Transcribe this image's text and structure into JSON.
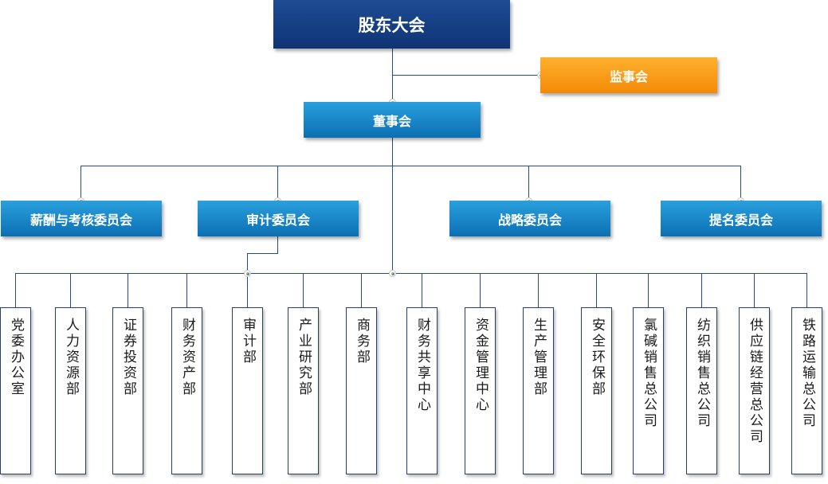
{
  "top": {
    "shareholders": "股东大会",
    "supervisors": "监事会",
    "board": "董事会"
  },
  "committees": [
    "薪酬与考核委员会",
    "审计委员会",
    "战略委员会",
    "提名委员会"
  ],
  "departments": [
    "党委办公室",
    "人力资源部",
    "证券投资部",
    "财务资产部",
    "审计部",
    "产业研究部",
    "商务部",
    "财务共享中心",
    "资金管理中心",
    "生产管理部",
    "安全环保部",
    "氯碱销售总公司",
    "纺织销售总公司",
    "供应链经营总公司",
    "铁路运输总公司"
  ],
  "colors": {
    "navy": "#0f3475",
    "orange": "#f38a07",
    "blue": "#0b6fb3",
    "line": "#264b7d"
  }
}
